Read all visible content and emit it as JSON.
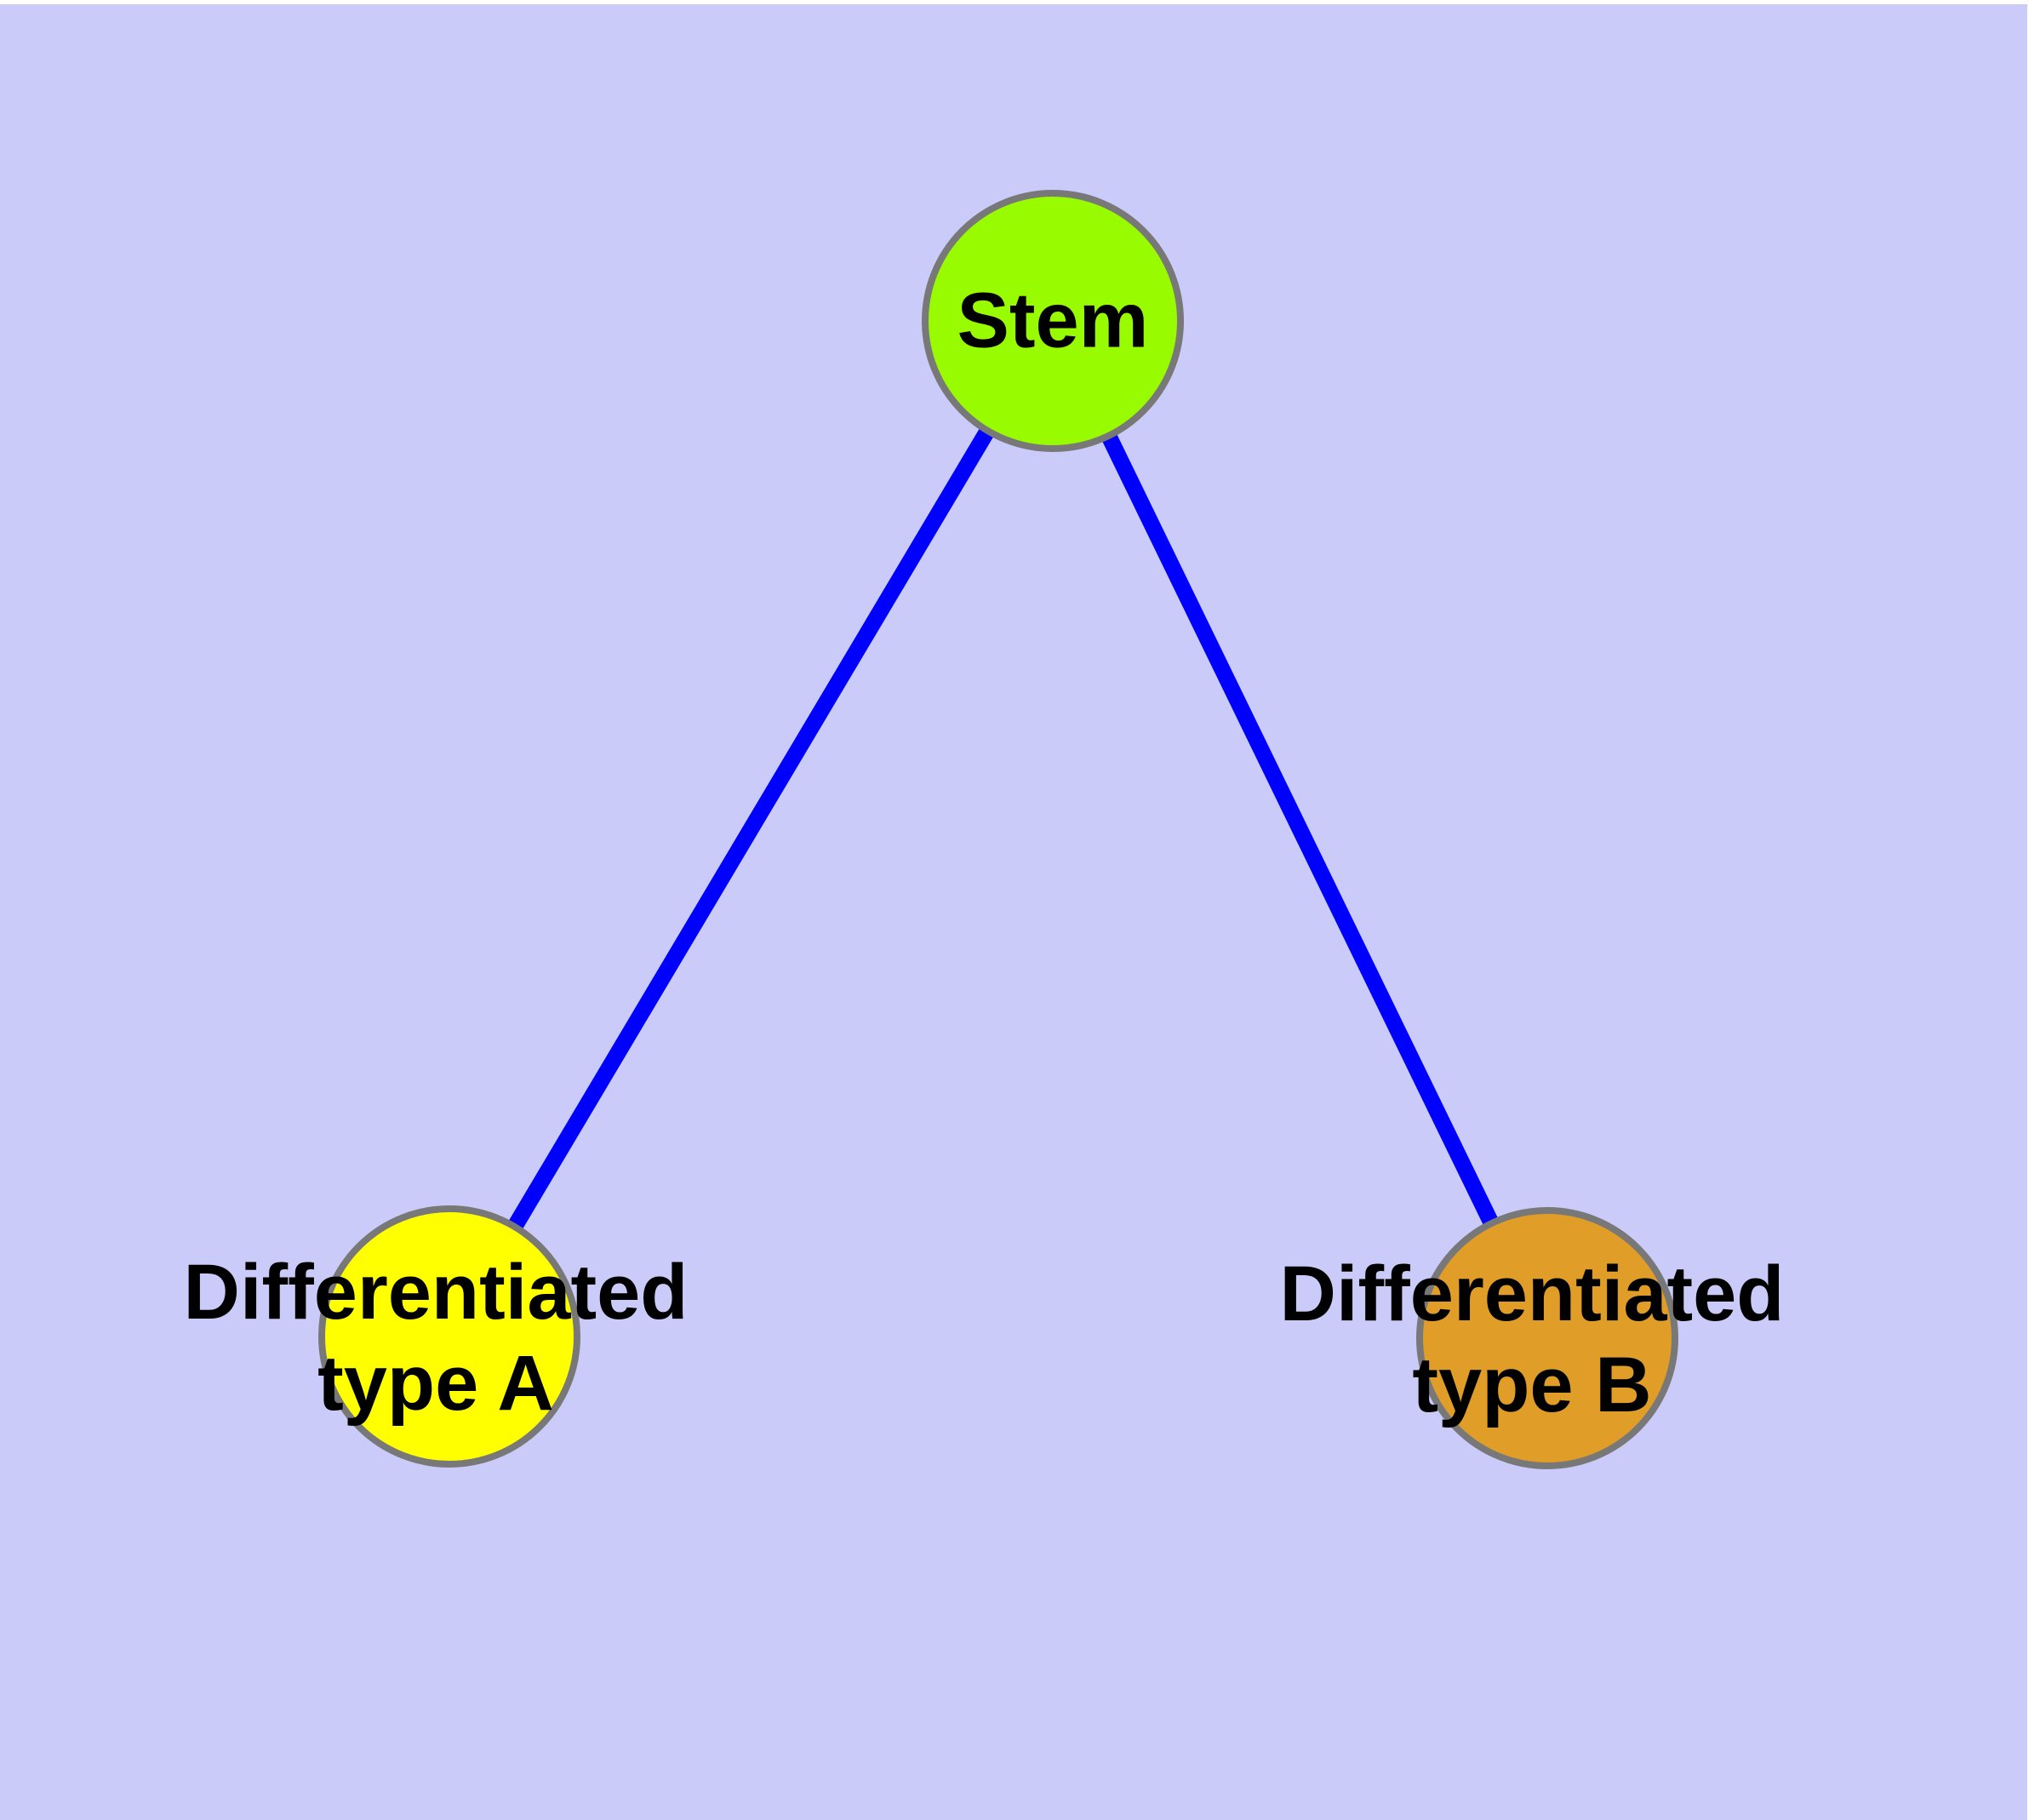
{
  "figure": {
    "margin_color": "#FFFFFF",
    "background_color": "#CBCBFA"
  },
  "graph": {
    "edge_color": "#0000FF",
    "node_border_color": "#787878",
    "label_color": "#000000",
    "nodes": [
      {
        "id": "stem",
        "label": "Stem",
        "fill": "#99FB00"
      },
      {
        "id": "differentiated-type-a",
        "label_line1": "Differentiated",
        "label_line2": "type A",
        "fill": "#FFFF00"
      },
      {
        "id": "differentiated-type-b",
        "label_line1": "Differentiated",
        "label_line2": "type B",
        "fill": "#E09E28"
      }
    ],
    "edges": [
      {
        "from": "stem",
        "to": "differentiated-type-a"
      },
      {
        "from": "stem",
        "to": "differentiated-type-b"
      }
    ]
  }
}
